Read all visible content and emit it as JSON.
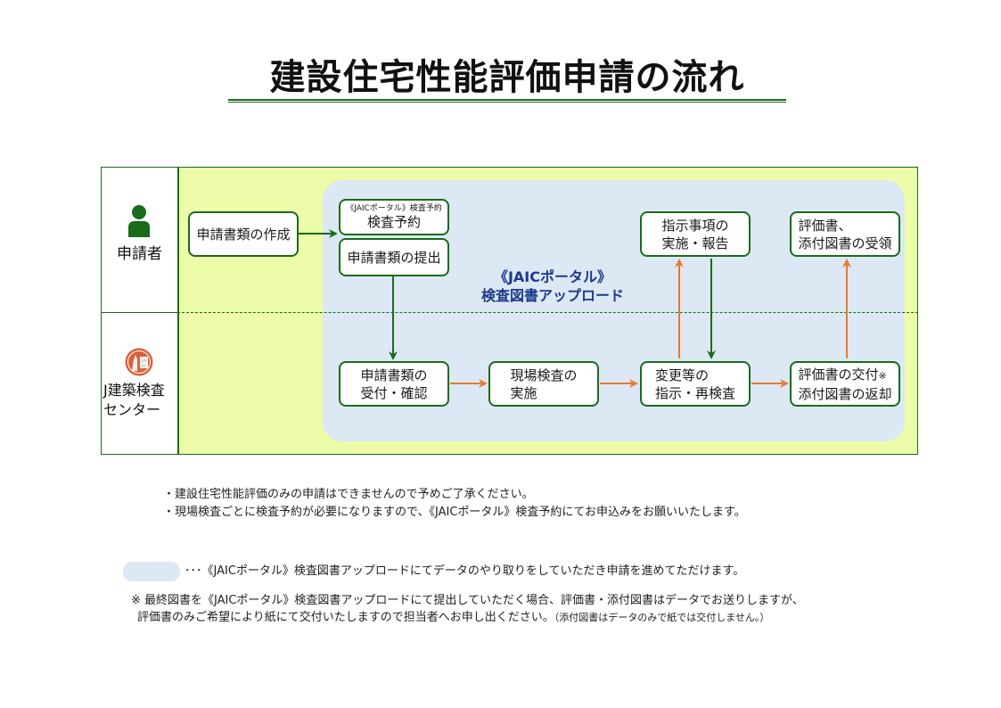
{
  "title": "建設住宅性能評価申請の流れ",
  "lanes": {
    "applicant": {
      "label": "申請者",
      "icon": "person-icon"
    },
    "center": {
      "label_line1": "J建築検査",
      "label_line2": "センター",
      "icon": "jaic-logo-icon"
    }
  },
  "portal_area": {
    "label_line1": "《JAICポータル》",
    "label_line2": "検査図書アップロード"
  },
  "steps": {
    "create_docs": "申請書類の作成",
    "reserve_small": "《JAICポータル》検査予約",
    "reserve": "検査予約",
    "submit_docs": "申請書類の提出",
    "carry_out_line1": "指示事項の",
    "carry_out_line2": "実施・報告",
    "receive_line1": "評価書、",
    "receive_line2": "添付図書の受領",
    "accept_line1": "申請書類の",
    "accept_line2": "受付・確認",
    "inspect_line1": "現場検査の",
    "inspect_line2": "実施",
    "instruct_line1": "変更等の",
    "instruct_line2": "指示・再検査",
    "issue_line1": "評価書の交付",
    "issue_mark": "※",
    "issue_line2": "添付図書の返却"
  },
  "colors": {
    "frame_green": "#1a6b1a",
    "lane_bg": "#ecfca8",
    "portal_bg": "#dce8f4",
    "forward_arrow": "#e87a2e",
    "portal_text": "#1d3a8a"
  },
  "notes": [
    "・建設住宅性能評価のみの申請はできませんので予めご了承ください。",
    "・現場検査ごとに検査予約が必要になりますので、《JAICポータル》検査予約にてお申込みをお願いいたします。"
  ],
  "legend": {
    "text": "･･･《JAICポータル》検査図書アップロードにてデータのやり取りをしていただき申請を進めてただけます。"
  },
  "footnote": {
    "line1": "※ 最終図書を《JAICポータル》検査図書アップロードにて提出していただく場合、評価書・添付図書はデータでお送りしますが、",
    "line2_main": "評価書のみご希望により紙にて交付いたしますので担当者へお申し出ください。",
    "line2_small": "（添付図書はデータのみで紙では交付しません。）"
  }
}
